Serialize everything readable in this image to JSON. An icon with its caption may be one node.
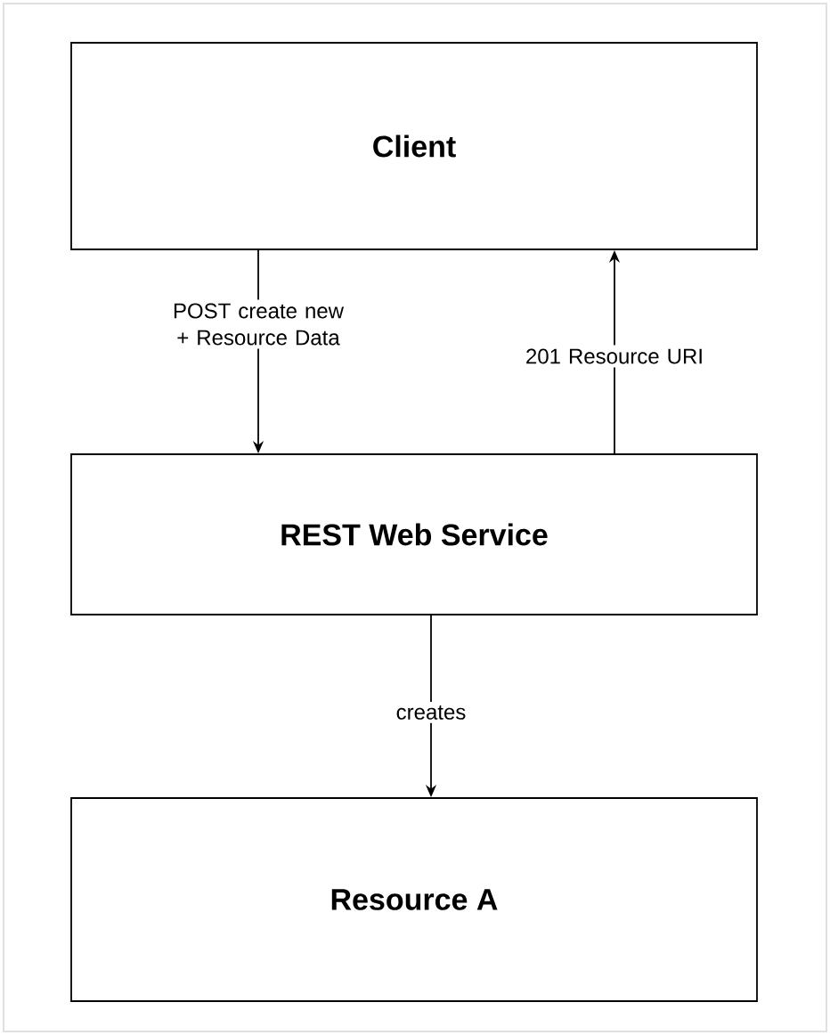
{
  "diagram": {
    "nodes": [
      {
        "text": [
          "Client"
        ]
      },
      {
        "text": [
          "REST Web Service"
        ]
      },
      {
        "text": [
          "Resource A"
        ]
      }
    ],
    "edges": [
      {
        "from": 0,
        "to": 1,
        "arrow": "to",
        "label": "POST create new + Resource Data"
      },
      {
        "from": 1,
        "to": 0,
        "arrow": "to",
        "label": "201 Resource URI"
      },
      {
        "from": 1,
        "to": 2,
        "arrow": "to",
        "label": "creates"
      }
    ]
  }
}
